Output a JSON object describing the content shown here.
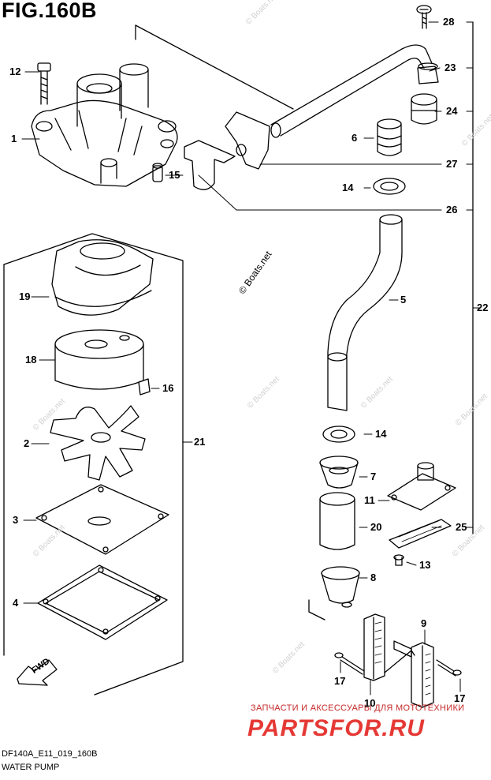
{
  "figure": {
    "title": "FIG.160B",
    "code": "DF140A_E11_019_160B",
    "caption": "WATER PUMP"
  },
  "watermark": {
    "text": "© Boats.net"
  },
  "brand": {
    "tagline": "ЗАПЧАСТИ И АКСЕССУАРЫ ДЛЯ МОТОТЕХНИКИ",
    "logo": "PARTSFOR.RU"
  },
  "fwd_label": "FWD",
  "callouts": [
    {
      "id": "c28",
      "label": "28"
    },
    {
      "id": "c12",
      "label": "12"
    },
    {
      "id": "c23",
      "label": "23"
    },
    {
      "id": "c1",
      "label": "1"
    },
    {
      "id": "c24",
      "label": "24"
    },
    {
      "id": "c6",
      "label": "6"
    },
    {
      "id": "c15",
      "label": "15"
    },
    {
      "id": "c27",
      "label": "27"
    },
    {
      "id": "c14a",
      "label": "14"
    },
    {
      "id": "c26",
      "label": "26"
    },
    {
      "id": "c19",
      "label": "19"
    },
    {
      "id": "c5",
      "label": "5"
    },
    {
      "id": "c22",
      "label": "22"
    },
    {
      "id": "c18",
      "label": "18"
    },
    {
      "id": "c16",
      "label": "16"
    },
    {
      "id": "c2",
      "label": "2"
    },
    {
      "id": "c21",
      "label": "21"
    },
    {
      "id": "c14b",
      "label": "14"
    },
    {
      "id": "c7",
      "label": "7"
    },
    {
      "id": "c11",
      "label": "11"
    },
    {
      "id": "c3",
      "label": "3"
    },
    {
      "id": "c20",
      "label": "20"
    },
    {
      "id": "c25",
      "label": "25"
    },
    {
      "id": "c13",
      "label": "13"
    },
    {
      "id": "c8",
      "label": "8"
    },
    {
      "id": "c4",
      "label": "4"
    },
    {
      "id": "c9",
      "label": "9"
    },
    {
      "id": "c17a",
      "label": "17"
    },
    {
      "id": "c10",
      "label": "10"
    },
    {
      "id": "c17b",
      "label": "17"
    }
  ]
}
